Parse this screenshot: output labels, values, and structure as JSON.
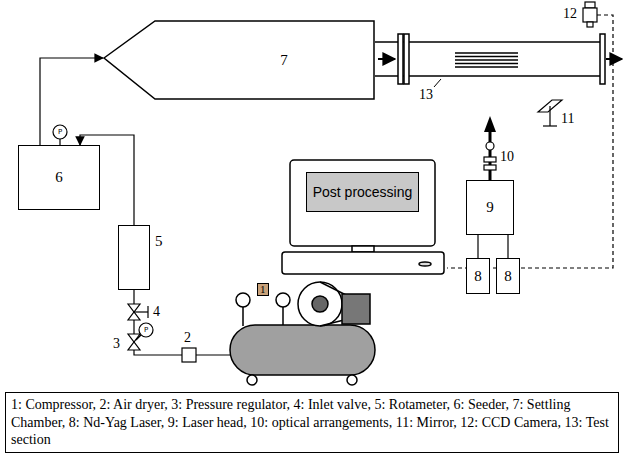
{
  "diagram": {
    "caption": "1: Compressor, 2: Air dryer, 3: Pressure regulator, 4: Inlet valve, 5: Rotameter, 6: Seeder, 7: Settling Chamber, 8: Nd-Yag Laser, 9: Laser head, 10: optical arrangements, 11: Mirror, 12: CCD Camera, 13: Test section",
    "nodes": [
      {
        "text": [
          "6"
        ]
      },
      {
        "text": [
          "7"
        ]
      },
      {
        "text": [
          "5"
        ]
      },
      {
        "text": [
          "9"
        ]
      },
      {
        "text": [
          "8"
        ]
      },
      {
        "text": [
          "8"
        ]
      },
      {
        "text": [
          "Post processing"
        ]
      }
    ],
    "edges": [
      {
        "from": 0,
        "to": 1,
        "arrow": "to"
      },
      {
        "from": 2,
        "to": 0,
        "arrow": "to"
      },
      {
        "from": 4,
        "to": 3,
        "arrow": "none"
      },
      {
        "from": 5,
        "to": 3,
        "arrow": "none"
      }
    ],
    "labels": [
      "1",
      "2",
      "3",
      "4",
      "P",
      "P",
      "10",
      "11",
      "12",
      "13"
    ]
  }
}
